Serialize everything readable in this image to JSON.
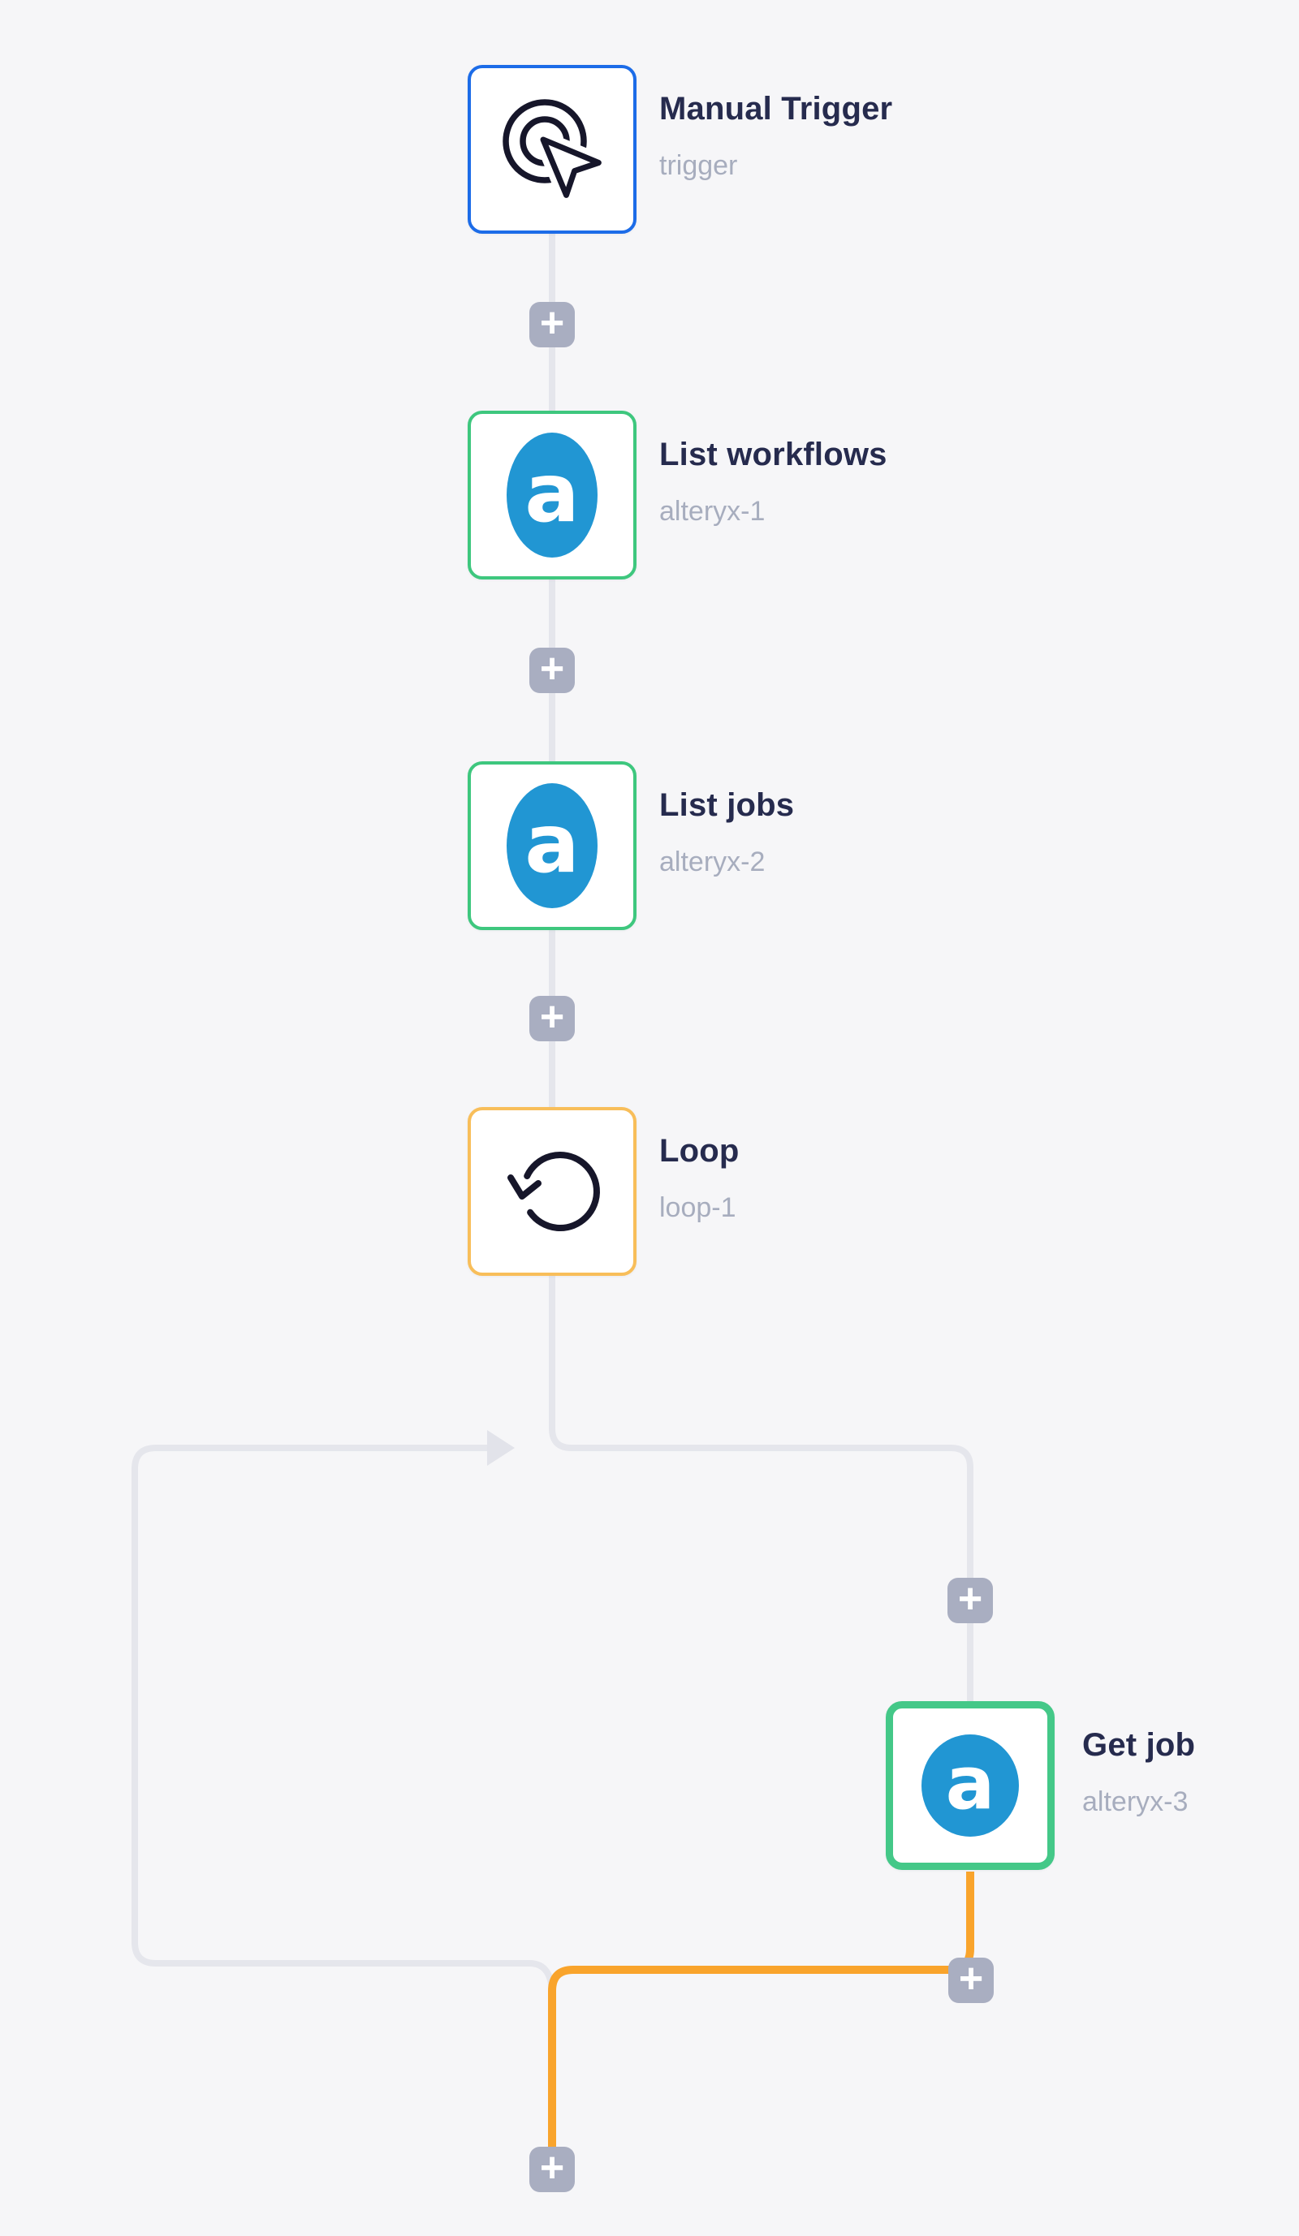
{
  "canvas": {
    "background_color": "#f6f6f8",
    "type": "workflow-builder-canvas"
  },
  "nodes": [
    {
      "title": "Manual Trigger",
      "subtitle": "trigger",
      "icon": "manual-trigger-click-icon",
      "border_color": "#1c6ce8",
      "selected": false
    },
    {
      "title": "List workflows",
      "subtitle": "alteryx-1",
      "icon": "alteryx-a-icon",
      "border_color": "#3ec77e",
      "selected": false
    },
    {
      "title": "List jobs",
      "subtitle": "alteryx-2",
      "icon": "alteryx-a-icon",
      "border_color": "#3ec77e",
      "selected": false
    },
    {
      "title": "Loop",
      "subtitle": "loop-1",
      "icon": "loop-ccw-arrow-icon",
      "border_color": "#f8be5a",
      "selected": false
    },
    {
      "title": "Get job",
      "subtitle": "alteryx-3",
      "icon": "alteryx-a-icon",
      "border_color": "#44c888",
      "selected": true
    }
  ],
  "alteryx_glyph": "a",
  "add_button": {
    "glyph": "+",
    "background_color": "#a9aec1",
    "count": 6
  },
  "connectors": {
    "default_color": "#e5e6ec",
    "active_color": "#f9a42c",
    "loopback_arrow": "right-pointing",
    "paths": [
      "trigger -> List workflows",
      "List workflows -> List jobs",
      "List jobs -> Loop",
      "Loop -> Get job (loop body, right branch)",
      "Get job -> loop exit (orange active path)",
      "loop-back return to Loop junction (gray, arrowed)"
    ]
  }
}
